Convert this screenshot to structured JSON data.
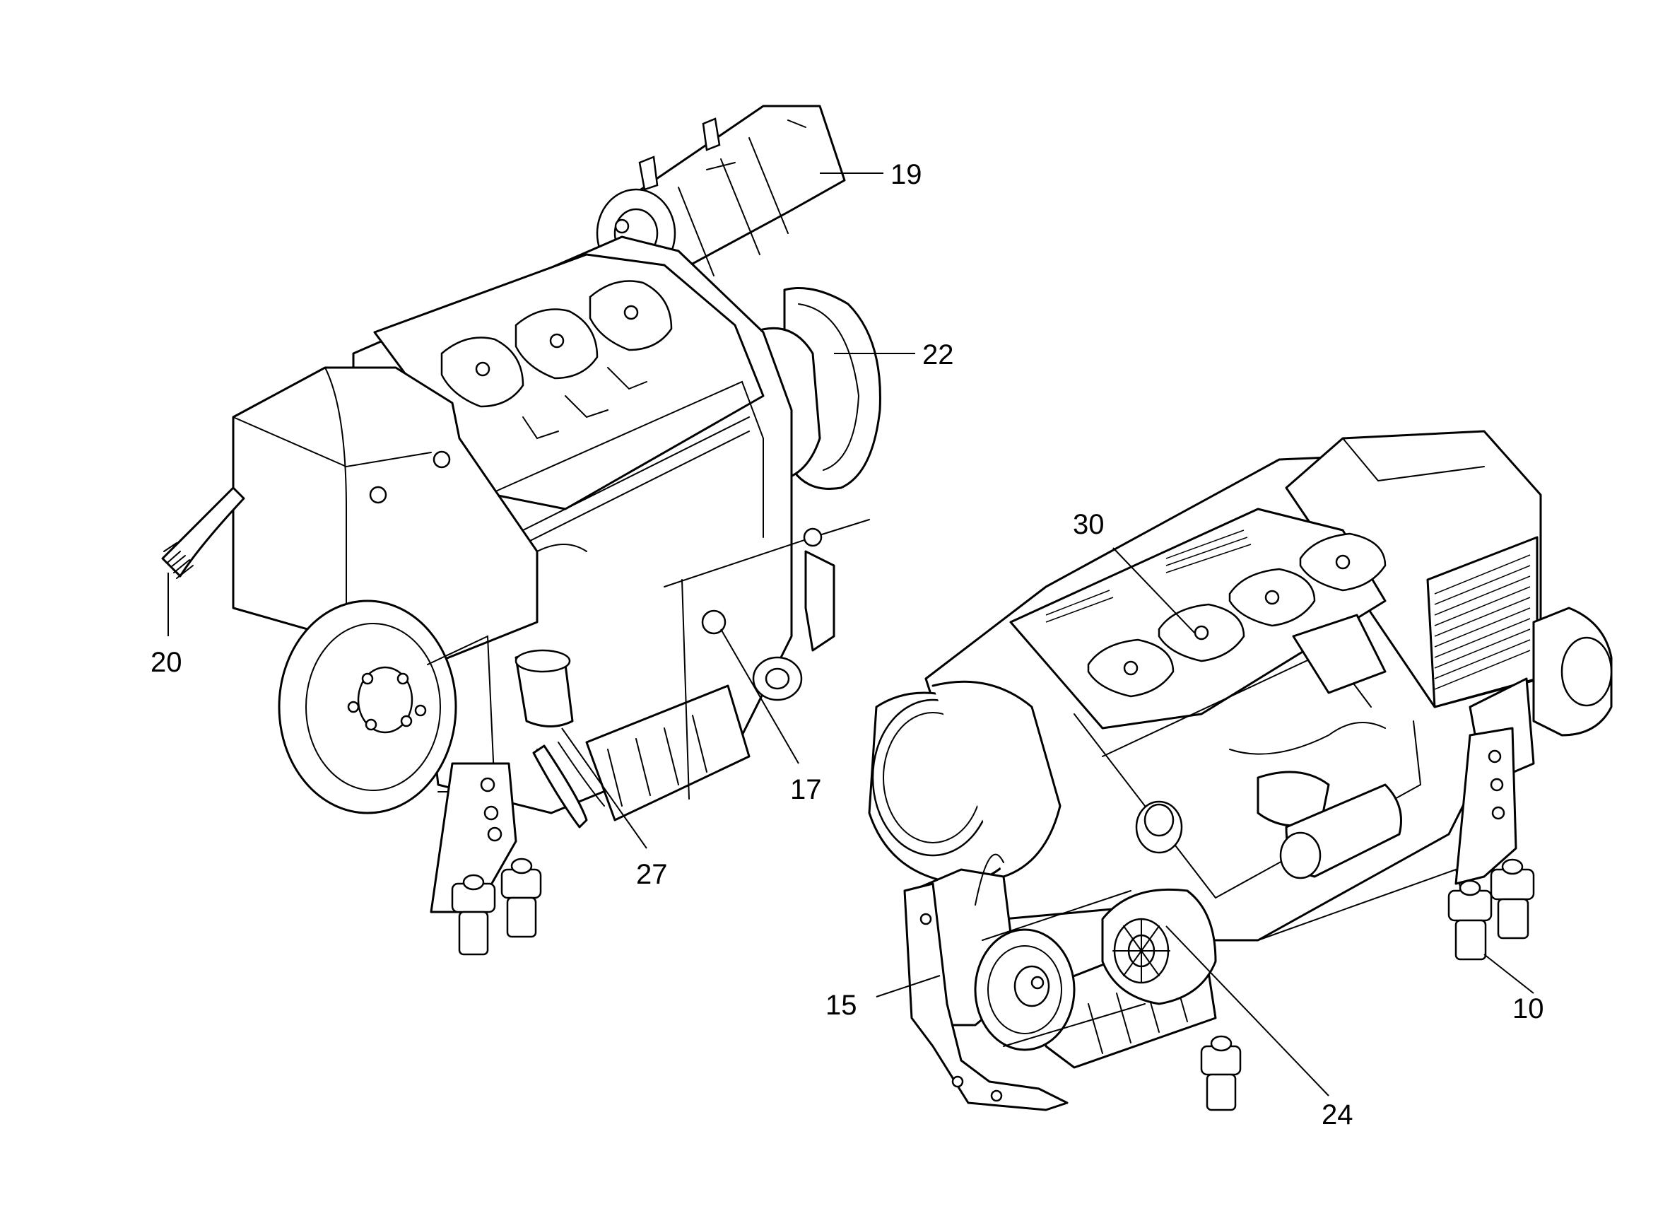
{
  "callouts": {
    "c10": "10",
    "c15": "15",
    "c17": "17",
    "c19": "19",
    "c20": "20",
    "c22": "22",
    "c24": "24",
    "c27": "27",
    "c30": "30"
  }
}
